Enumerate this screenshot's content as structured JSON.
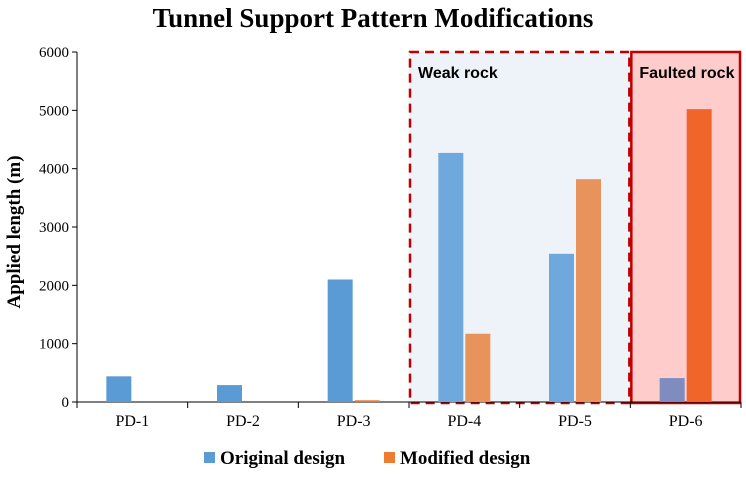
{
  "chart_data": {
    "type": "bar",
    "title": "Tunnel Support Pattern Modifications",
    "xlabel": "",
    "ylabel": "Applied length (m)",
    "ylim": [
      0,
      6000
    ],
    "yticks": [
      0,
      1000,
      2000,
      3000,
      4000,
      5000,
      6000
    ],
    "categories": [
      "PD-1",
      "PD-2",
      "PD-3",
      "PD-4",
      "PD-5",
      "PD-6"
    ],
    "series": [
      {
        "name": "Original design",
        "color": "#5b9bd5",
        "values": [
          440,
          290,
          2100,
          4270,
          2540,
          410
        ]
      },
      {
        "name": "Modified design",
        "color": "#ed7d31",
        "values": [
          0,
          0,
          30,
          1170,
          3820,
          5020
        ]
      }
    ],
    "regions": [
      {
        "label": "Weak rock",
        "categories": [
          "PD-4",
          "PD-5"
        ],
        "fill": "#eef3f9",
        "border": "#c00000"
      },
      {
        "label": "Faulted rock",
        "categories": [
          "PD-6"
        ],
        "fill": "#ffcccc",
        "border": "#c00000"
      }
    ],
    "legend": "bottom",
    "grid": false
  }
}
